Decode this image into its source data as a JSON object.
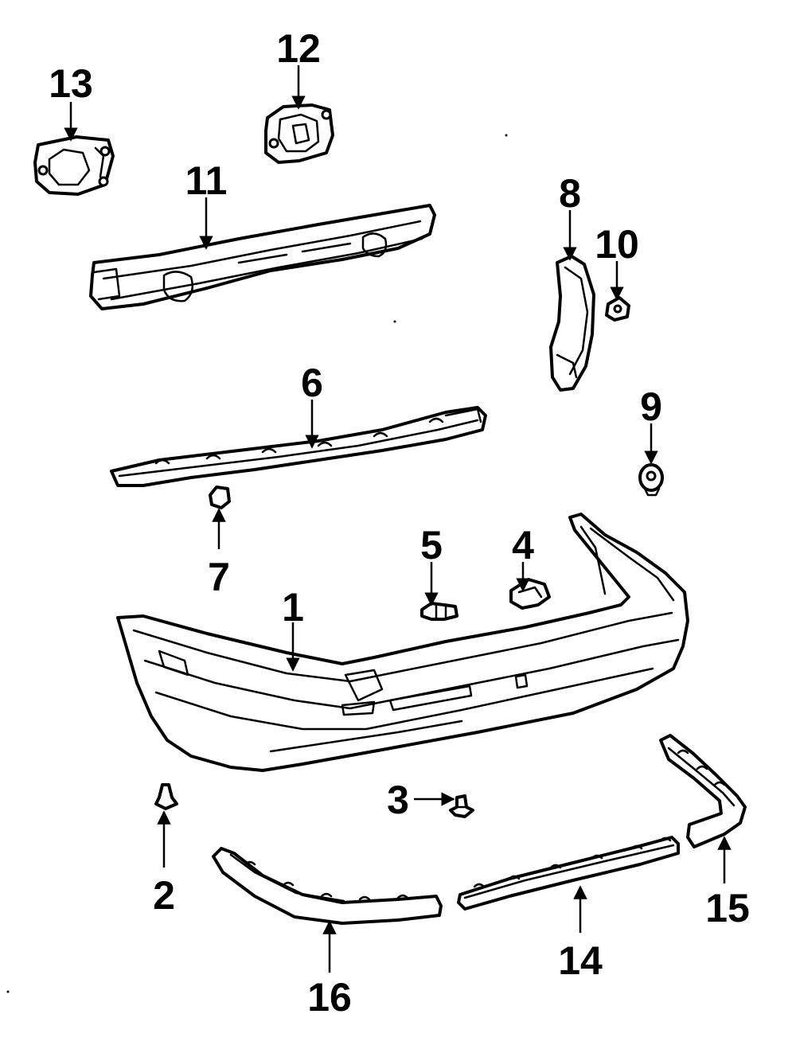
{
  "diagram": {
    "callouts": [
      {
        "id": "c1",
        "label": "1"
      },
      {
        "id": "c2",
        "label": "2"
      },
      {
        "id": "c3",
        "label": "3"
      },
      {
        "id": "c4",
        "label": "4"
      },
      {
        "id": "c5",
        "label": "5"
      },
      {
        "id": "c6",
        "label": "6"
      },
      {
        "id": "c7",
        "label": "7"
      },
      {
        "id": "c8",
        "label": "8"
      },
      {
        "id": "c9",
        "label": "9"
      },
      {
        "id": "c10",
        "label": "10"
      },
      {
        "id": "c11",
        "label": "11"
      },
      {
        "id": "c12",
        "label": "12"
      },
      {
        "id": "c13",
        "label": "13"
      },
      {
        "id": "c14",
        "label": "14"
      },
      {
        "id": "c15",
        "label": "15"
      },
      {
        "id": "c16",
        "label": "16"
      }
    ],
    "colors": {
      "line": "#000000",
      "background": "#ffffff"
    }
  }
}
